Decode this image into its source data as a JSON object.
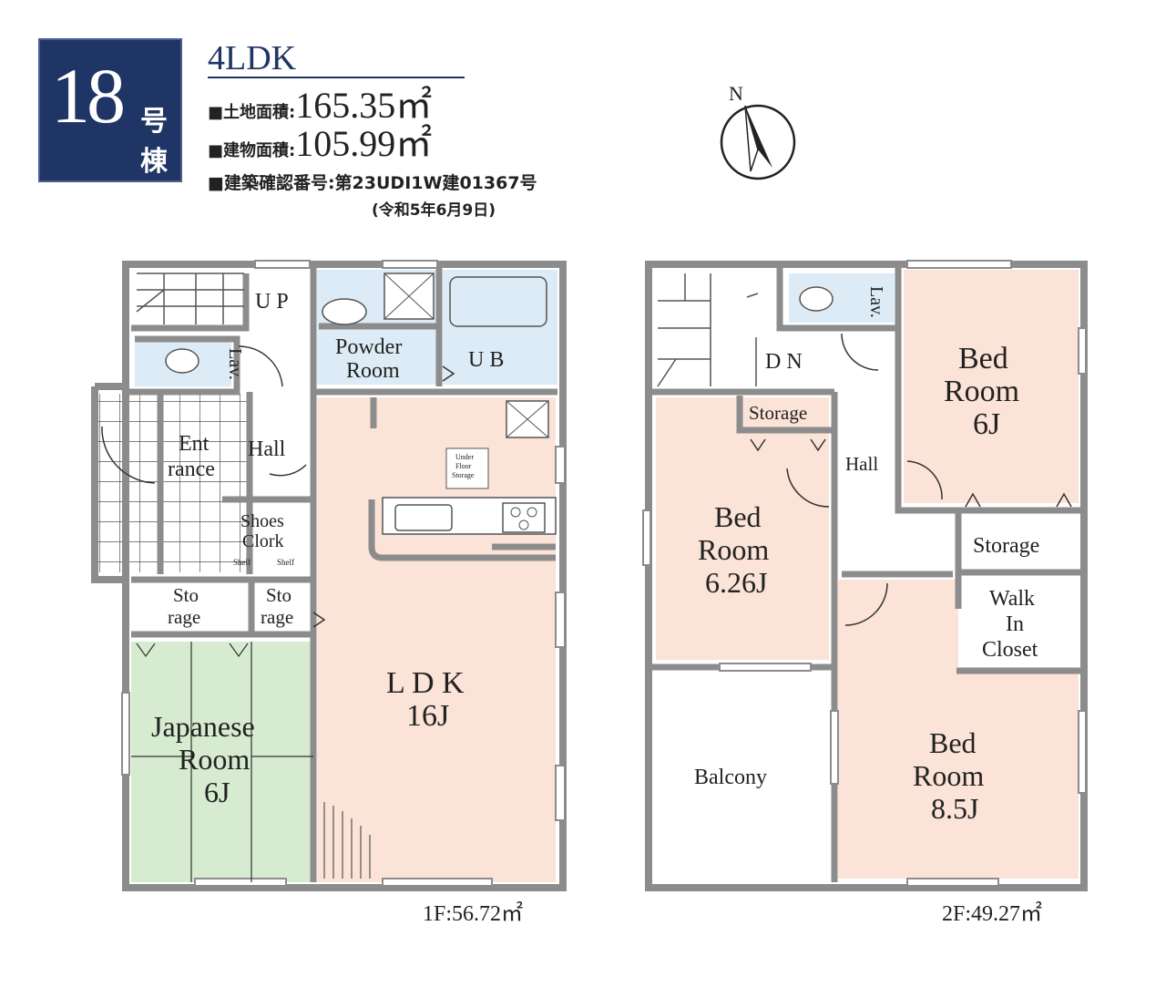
{
  "header": {
    "building_number": "18",
    "building_suffix": "号棟",
    "layout_type": "4LDK",
    "land_area_label": "■土地面積:",
    "land_area_value": "165.35㎡",
    "building_area_label": "■建物面積:",
    "building_area_value": "105.99㎡",
    "permit_text": "■建築確認番号:第23UDI1W建01367号",
    "permit_date": "(令和5年6月9日)"
  },
  "compass": {
    "north_label": "N"
  },
  "floor1": {
    "area_text": "1F:56.72㎡",
    "rooms": {
      "up": "U P",
      "lav": "Lav.",
      "powder_1": "Powder",
      "powder_2": "Room",
      "ub": "U B",
      "entrance_1": "Ent",
      "entrance_2": "rance",
      "hall": "Hall",
      "under_floor_1": "Under",
      "under_floor_2": "Floor",
      "under_floor_3": "Storage",
      "shoes_1": "Shoes",
      "shoes_2": "Clork",
      "shelf_a": "Shelf",
      "shelf_b": "Shelf",
      "storage_a_1": "Sto",
      "storage_a_2": "rage",
      "storage_b_1": "Sto",
      "storage_b_2": "rage",
      "ldk_1": "L D K",
      "ldk_2": "16J",
      "japanese_1": "Japanese",
      "japanese_2": "Room",
      "japanese_3": "6J"
    }
  },
  "floor2": {
    "area_text": "2F:49.27㎡",
    "rooms": {
      "dn": "D N",
      "lav": "Lav.",
      "bed1_1": "Bed",
      "bed1_2": "Room",
      "bed1_3": "6J",
      "storage_a": "Storage",
      "hall": "Hall",
      "bed2_1": "Bed",
      "bed2_2": "Room",
      "bed2_3": "6.26J",
      "storage_b": "Storage",
      "wic_1": "Walk",
      "wic_2": "In",
      "wic_3": "Closet",
      "balcony": "Balcony",
      "bed3_1": "Bed",
      "bed3_2": "Room",
      "bed3_3": "8.5J"
    }
  },
  "colors": {
    "badge_navy": "#1f3565",
    "room_pink": "#fbe3d7",
    "tatami_green": "#d6ebd0",
    "wet_blue": "#dcebf5",
    "wall_gray": "#8c8c8c"
  }
}
